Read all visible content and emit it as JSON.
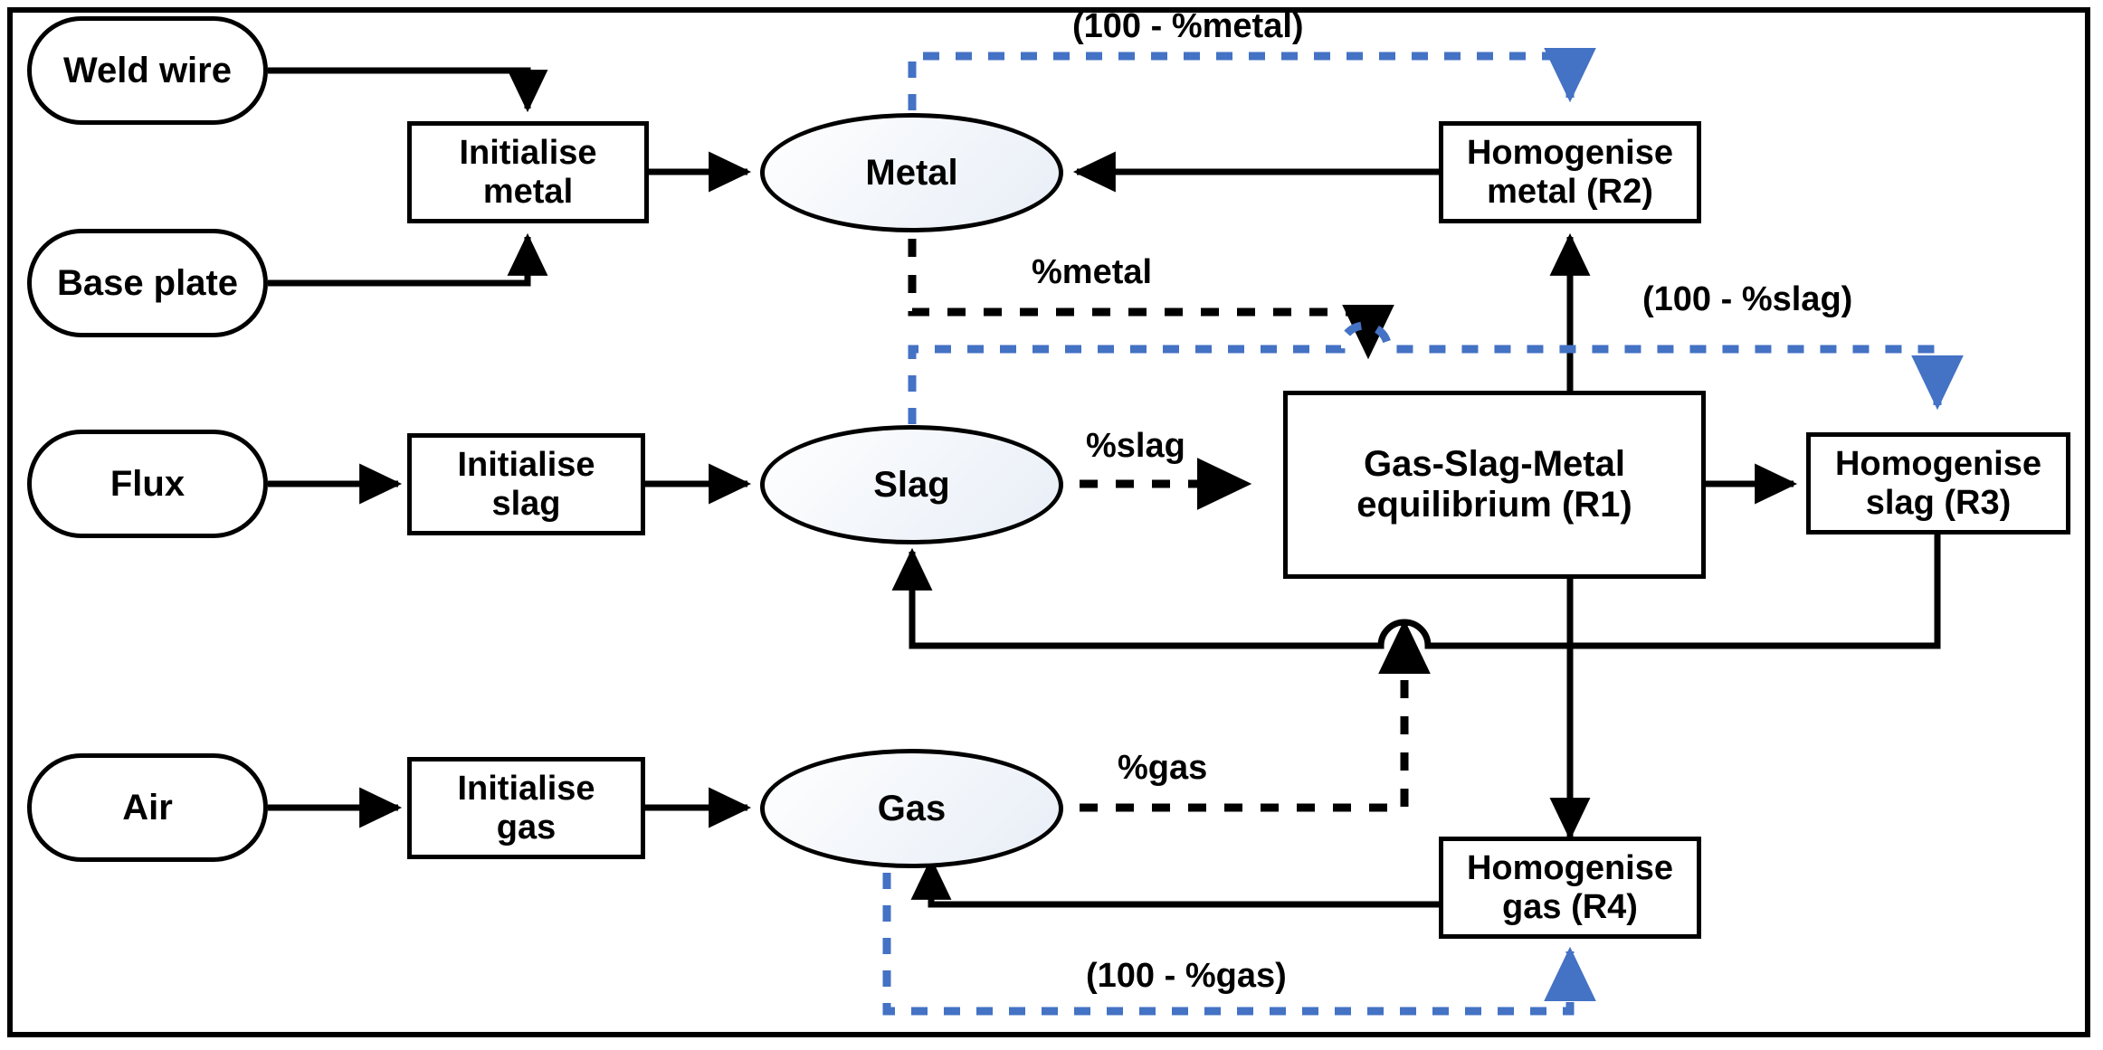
{
  "diagram": {
    "title": "Weld pool gas-slag-metal reaction flowchart",
    "colors": {
      "stroke": "#000000",
      "feedback_blue": "#4472C4",
      "background": "#FFFFFF"
    },
    "nodes": [
      {
        "id": "weld-wire",
        "label": "Weld wire",
        "shape": "terminator"
      },
      {
        "id": "base-plate",
        "label": "Base plate",
        "shape": "terminator"
      },
      {
        "id": "flux",
        "label": "Flux",
        "shape": "terminator"
      },
      {
        "id": "air",
        "label": "Air",
        "shape": "terminator"
      },
      {
        "id": "init-metal",
        "label": "Initialise\nmetal",
        "shape": "process"
      },
      {
        "id": "init-slag",
        "label": "Initialise\nslag",
        "shape": "process"
      },
      {
        "id": "init-gas",
        "label": "Initialise\ngas",
        "shape": "process"
      },
      {
        "id": "metal",
        "label": "Metal",
        "shape": "store"
      },
      {
        "id": "slag",
        "label": "Slag",
        "shape": "store"
      },
      {
        "id": "gas",
        "label": "Gas",
        "shape": "store"
      },
      {
        "id": "equilibrium-r1",
        "label": "Gas-Slag-Metal\nequilibrium (R1)",
        "shape": "process"
      },
      {
        "id": "homog-metal-r2",
        "label": "Homogenise\nmetal (R2)",
        "shape": "process"
      },
      {
        "id": "homog-slag-r3",
        "label": "Homogenise\nslag (R3)",
        "shape": "process"
      },
      {
        "id": "homog-gas-r4",
        "label": "Homogenise\ngas (R4)",
        "shape": "process"
      }
    ],
    "node_labels": {
      "weld_wire": "Weld wire",
      "base_plate": "Base plate",
      "flux": "Flux",
      "air": "Air",
      "init_metal_l1": "Initialise",
      "init_metal_l2": "metal",
      "init_slag_l1": "Initialise",
      "init_slag_l2": "slag",
      "init_gas_l1": "Initialise",
      "init_gas_l2": "gas",
      "metal": "Metal",
      "slag": "Slag",
      "gas": "Gas",
      "r1_l1": "Gas-Slag-Metal",
      "r1_l2": "equilibrium (R1)",
      "r2_l1": "Homogenise",
      "r2_l2": "metal (R2)",
      "r3_l1": "Homogenise",
      "r3_l2": "slag (R3)",
      "r4_l1": "Homogenise",
      "r4_l2": "gas (R4)"
    },
    "edge_labels": {
      "pct_metal": "%metal",
      "pct_slag": "%slag",
      "pct_gas": "%gas",
      "rem_metal": "(100 - %metal)",
      "rem_slag": "(100 - %slag)",
      "rem_gas": "(100 - %gas)"
    },
    "edges": [
      {
        "from": "weld-wire",
        "to": "init-metal",
        "style": "solid-black",
        "label": ""
      },
      {
        "from": "base-plate",
        "to": "init-metal",
        "style": "solid-black",
        "label": ""
      },
      {
        "from": "init-metal",
        "to": "metal",
        "style": "solid-black",
        "label": ""
      },
      {
        "from": "flux",
        "to": "init-slag",
        "style": "solid-black",
        "label": ""
      },
      {
        "from": "init-slag",
        "to": "slag",
        "style": "solid-black",
        "label": ""
      },
      {
        "from": "air",
        "to": "init-gas",
        "style": "solid-black",
        "label": ""
      },
      {
        "from": "init-gas",
        "to": "gas",
        "style": "solid-black",
        "label": ""
      },
      {
        "from": "metal",
        "to": "equilibrium-r1",
        "style": "dashed-black",
        "label": "%metal"
      },
      {
        "from": "slag",
        "to": "equilibrium-r1",
        "style": "dashed-black",
        "label": "%slag"
      },
      {
        "from": "gas",
        "to": "equilibrium-r1",
        "style": "dashed-black",
        "label": "%gas"
      },
      {
        "from": "equilibrium-r1",
        "to": "homog-metal-r2",
        "style": "solid-black",
        "label": ""
      },
      {
        "from": "equilibrium-r1",
        "to": "homog-slag-r3",
        "style": "solid-black",
        "label": ""
      },
      {
        "from": "equilibrium-r1",
        "to": "homog-gas-r4",
        "style": "solid-black",
        "label": ""
      },
      {
        "from": "homog-metal-r2",
        "to": "metal",
        "style": "solid-black",
        "label": ""
      },
      {
        "from": "homog-slag-r3",
        "to": "slag",
        "style": "solid-black",
        "label": ""
      },
      {
        "from": "homog-gas-r4",
        "to": "gas",
        "style": "solid-black",
        "label": ""
      },
      {
        "from": "metal",
        "to": "homog-metal-r2",
        "style": "dashed-blue",
        "label": "(100 - %metal)"
      },
      {
        "from": "slag",
        "to": "homog-slag-r3",
        "style": "dashed-blue",
        "label": "(100 - %slag)"
      },
      {
        "from": "gas",
        "to": "homog-gas-r4",
        "style": "dashed-blue",
        "label": "(100 - %gas)"
      }
    ]
  }
}
